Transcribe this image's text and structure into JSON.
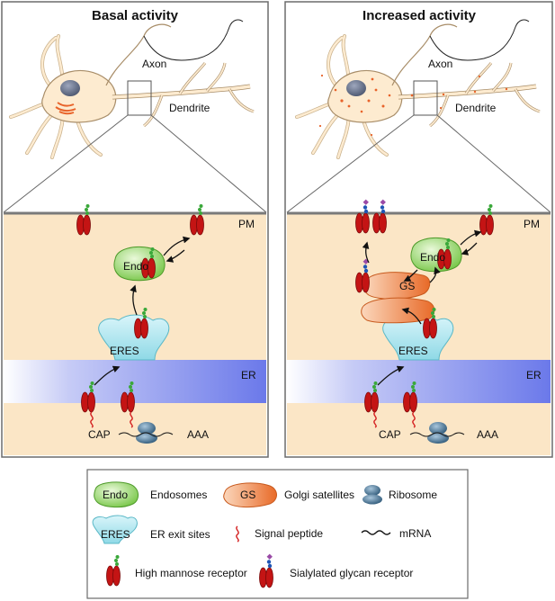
{
  "panels": {
    "left_title": "Basal activity",
    "right_title": "Increased activity"
  },
  "neuron_labels": {
    "axon": "Axon",
    "dendrite": "Dendrite"
  },
  "cell_labels": {
    "pm": "PM",
    "er": "ER",
    "endo": "Endo",
    "eres": "ERES",
    "gs": "GS",
    "cap": "CAP",
    "aaa": "AAA"
  },
  "legend": {
    "endo_icon": "Endo",
    "endo_text": "Endosomes",
    "gs_icon": "GS",
    "gs_text": "Golgi satellites",
    "ribosome_text": "Ribosome",
    "eres_icon": "ERES",
    "eres_text": "ER exit sites",
    "signal_text": "Signal peptide",
    "mrna_text": "mRNA",
    "high_mannose_text": "High mannose receptor",
    "sialylated_text": "Sialylated glycan receptor"
  },
  "colors": {
    "cytoplasm": "#fbe6c6",
    "neuron_fill": "#fdebd0",
    "er": "#7a86ec",
    "endo": "#8fd25a",
    "eres": "#a6e4ee",
    "golgi": "#f08a4a",
    "receptor": "#c41414",
    "ribosome": "#3d6b8c",
    "nucleus": "#5a6680",
    "glycan_green": "#3aa83a",
    "glycan_blue": "#1f55b5",
    "glycan_purple": "#9a4aa6"
  }
}
